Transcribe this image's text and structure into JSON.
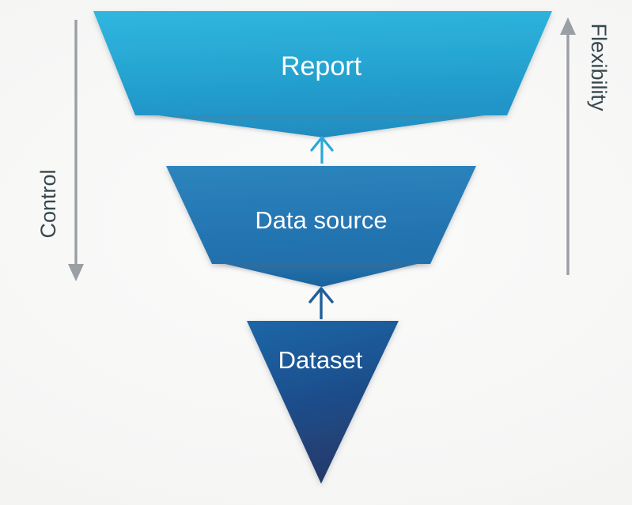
{
  "diagram": {
    "type": "inverted-funnel-hierarchy",
    "background_color": "#f6f6f5",
    "levels": [
      {
        "id": "report",
        "label": "Report",
        "shape": "trapezoid",
        "order": 1,
        "color_top": "#2bb3dc",
        "color_bottom": "#2095c8",
        "fold_color": "#2390c2",
        "label_font_size": 34
      },
      {
        "id": "data-source",
        "label": "Data source",
        "shape": "trapezoid",
        "order": 2,
        "color_top": "#2a80b9",
        "color_bottom": "#2271ae",
        "fold_color": "#1f67a4",
        "label_font_size": 31
      },
      {
        "id": "dataset",
        "label": "Dataset",
        "shape": "triangle",
        "order": 3,
        "color_top": "#1c5f9e",
        "color_bottom": "#213a6b",
        "fold_color": "#1b4f86",
        "label_font_size": 31
      }
    ],
    "connectors": [
      {
        "id": "dataset-to-data-source",
        "direction": "up",
        "color": "#1f5e9b"
      },
      {
        "id": "data-source-to-report",
        "direction": "up",
        "color": "#2aa8d6"
      }
    ],
    "axes": [
      {
        "id": "control",
        "label": "Control",
        "side": "left",
        "direction": "down",
        "color": "#9a9fa3",
        "label_color": "#37474f"
      },
      {
        "id": "flexibility",
        "label": "Flexibility",
        "side": "right",
        "direction": "up",
        "color": "#9a9fa3",
        "label_color": "#37474f"
      }
    ]
  }
}
